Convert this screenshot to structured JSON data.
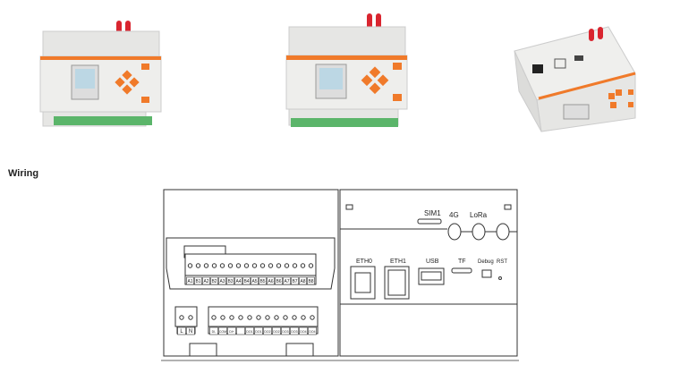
{
  "section": {
    "heading": "Wiring"
  },
  "products": [
    {
      "name": "gateway-front-left"
    },
    {
      "name": "gateway-front"
    },
    {
      "name": "gateway-top-angle"
    }
  ],
  "diagram": {
    "sim_label": "SIM1",
    "antenna_labels": [
      "4G",
      "LoRa"
    ],
    "port_labels": [
      "ETH0",
      "ETH1",
      "USB",
      "TF",
      "Debug",
      "RST"
    ],
    "top_terminals": [
      "A1",
      "B1",
      "A2",
      "B2",
      "A3",
      "B3",
      "A4",
      "B4",
      "A5",
      "B5",
      "A6",
      "B6",
      "A7",
      "B7",
      "A8",
      "B8"
    ],
    "power_terminals": [
      "L",
      "N"
    ],
    "bottom_terminals": [
      "DI-",
      "COM",
      "DI+",
      "",
      "DO1",
      "DO1",
      "DO2",
      "DO2",
      "DO3",
      "DO3",
      "DO4",
      "DO4"
    ]
  },
  "colors": {
    "accent": "#f07a2a",
    "terminal": "#5bb56a",
    "antenna": "#d9252f"
  }
}
